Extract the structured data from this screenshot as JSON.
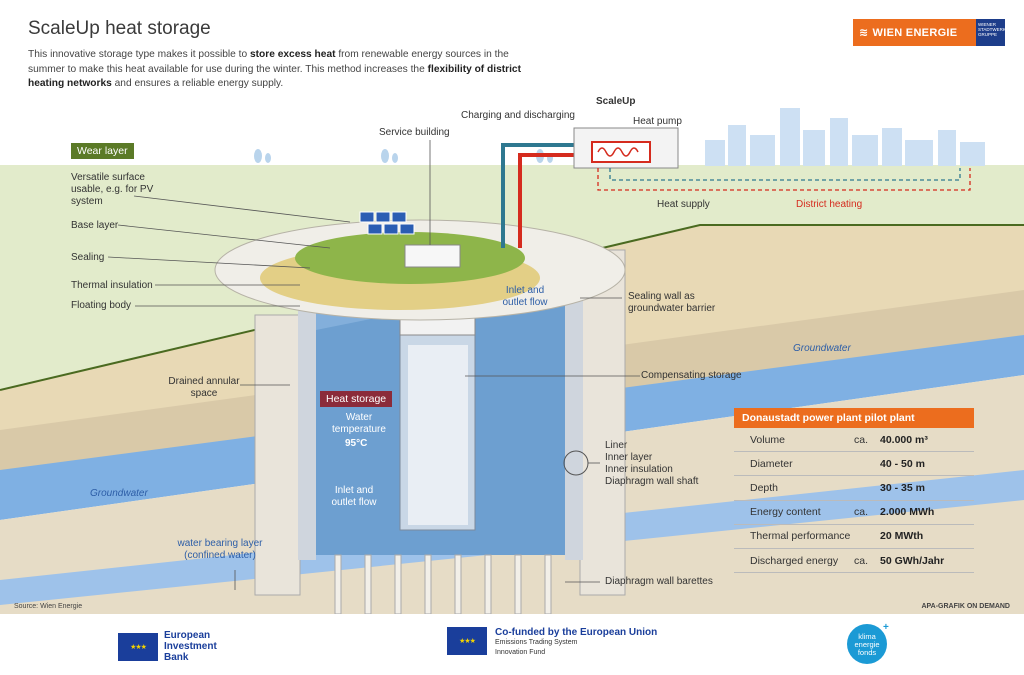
{
  "header": {
    "title": "ScaleUp heat storage",
    "intro_1": "This innovative storage type makes it possible to ",
    "intro_b1": "store excess heat",
    "intro_2": " from renewable energy sources in the summer to make this heat available for use during the winter. This method increases the ",
    "intro_b2": "flexibility of district heating networks",
    "intro_3": " and ensures a reliable energy supply."
  },
  "brand": {
    "name": "WIEN ENERGIE",
    "group": "WIENER STADTWERKE GRUPPE"
  },
  "labels": {
    "wear_layer": "Wear layer",
    "versatile_surface": "Versatile surface usable, e.g. for PV system",
    "base_layer": "Base layer",
    "sealing": "Sealing",
    "thermal_insulation": "Thermal insulation",
    "floating_body": "Floating body",
    "service_building": "Service building",
    "charging": "Charging and discharging",
    "scaleup": "ScaleUp",
    "heat_pump": "Heat pump",
    "heat_supply": "Heat supply",
    "district_heating": "District heating",
    "inlet_outlet_top": "Inlet and outlet flow",
    "sealing_wall": "Sealing wall as groundwater barrier",
    "groundwater_right": "Groundwater",
    "compensating_storage": "Compensating storage",
    "drained_space": "Drained annular space",
    "heat_storage": "Heat storage",
    "water_temp": "Water temperature",
    "water_temp_value": "95°C",
    "groundwater_left": "Groundwater",
    "inlet_outlet_bottom": "Inlet and outlet flow",
    "liner": "Liner",
    "inner_layer": "Inner layer",
    "inner_insulation": "Inner insulation",
    "diaphragm_shaft": "Diaphragm wall shaft",
    "water_bearing": "water bearing layer (confined water)",
    "barettes": "Diaphragm wall barettes"
  },
  "info_table": {
    "title": "Donaustadt power plant pilot plant",
    "rows": [
      {
        "name": "Volume",
        "ca": "ca.",
        "value": "40.000 m³"
      },
      {
        "name": "Diameter",
        "ca": "",
        "value": "40 - 50 m"
      },
      {
        "name": "Depth",
        "ca": "",
        "value": "30 - 35 m"
      },
      {
        "name": "Energy content",
        "ca": "ca.",
        "value": "2.000 MWh"
      },
      {
        "name": "Thermal performance",
        "ca": "",
        "value": "20 MWth"
      },
      {
        "name": "Discharged energy",
        "ca": "ca.",
        "value": "50 GWh/Jahr"
      }
    ]
  },
  "footer": {
    "source": "Source: Wien Energie",
    "apa": "APA-GRAFIK ON DEMAND",
    "eib": "European Investment Bank",
    "eu_title": "Co-funded by the European Union",
    "eu_sub1": "Emissions Trading System",
    "eu_sub2": "Innovation Fund",
    "klima": "klima energie fonds"
  },
  "colors": {
    "orange": "#ec6d1e",
    "wear_green": "#5b7a27",
    "heat_badge": "#8b2b3a",
    "water_blue": "#6d9fd0",
    "groundwater": "#5f97d6",
    "sky": "#ffffff",
    "grass": "#dfe9c8"
  }
}
